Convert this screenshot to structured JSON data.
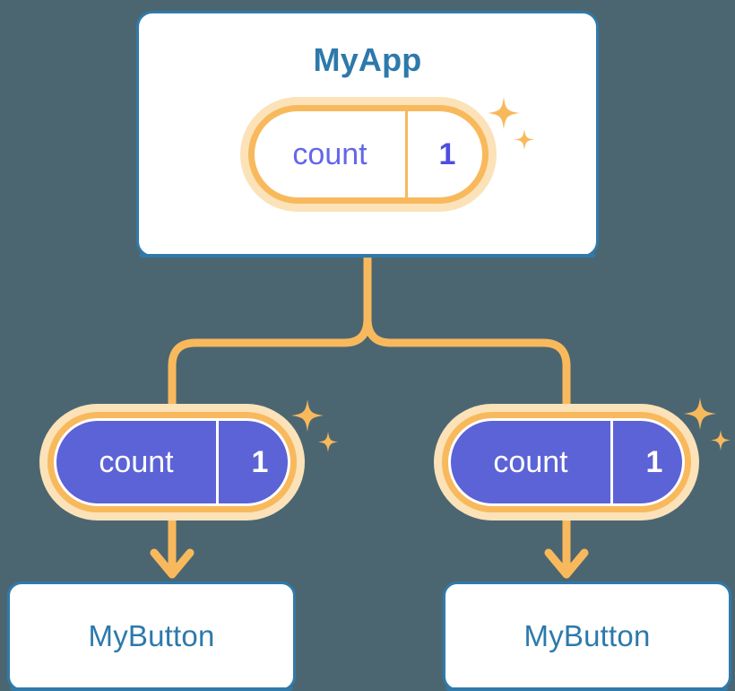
{
  "diagram": {
    "title_node": "MyApp",
    "background_color": "#4c6671",
    "accent_blue": "#2d79ab",
    "accent_orange": "#f8b95d",
    "accent_orange_light": "#fbe2b8",
    "accent_purple": "#5c63d6"
  },
  "app_card": {
    "label": "MyApp",
    "state": {
      "key": "count",
      "value": "1"
    }
  },
  "branches": [
    {
      "state": {
        "key": "count",
        "value": "1"
      },
      "child": {
        "label": "MyButton"
      }
    },
    {
      "state": {
        "key": "count",
        "value": "1"
      },
      "child": {
        "label": "MyButton"
      }
    }
  ]
}
